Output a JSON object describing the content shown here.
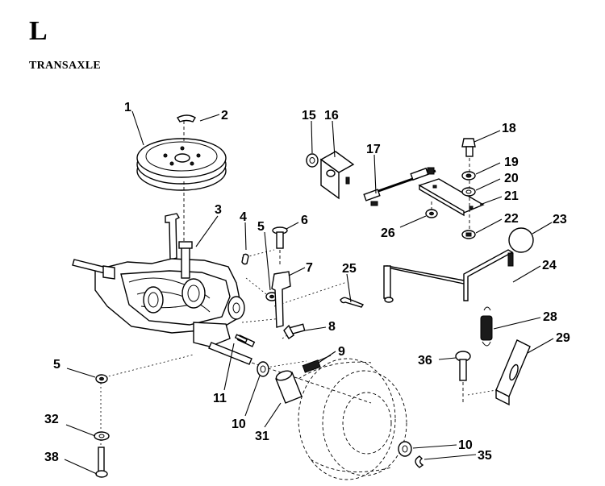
{
  "section": {
    "letter": "L",
    "title": "TRANSAXLE"
  },
  "callouts": [
    {
      "id": "c1",
      "label": "1"
    },
    {
      "id": "c2",
      "label": "2"
    },
    {
      "id": "c3",
      "label": "3"
    },
    {
      "id": "c4",
      "label": "4"
    },
    {
      "id": "c5a",
      "label": "5"
    },
    {
      "id": "c5b",
      "label": "5"
    },
    {
      "id": "c6",
      "label": "6"
    },
    {
      "id": "c7",
      "label": "7"
    },
    {
      "id": "c8",
      "label": "8"
    },
    {
      "id": "c9",
      "label": "9"
    },
    {
      "id": "c10a",
      "label": "10"
    },
    {
      "id": "c10b",
      "label": "10"
    },
    {
      "id": "c11",
      "label": "11"
    },
    {
      "id": "c15",
      "label": "15"
    },
    {
      "id": "c16",
      "label": "16"
    },
    {
      "id": "c17",
      "label": "17"
    },
    {
      "id": "c18",
      "label": "18"
    },
    {
      "id": "c19",
      "label": "19"
    },
    {
      "id": "c20",
      "label": "20"
    },
    {
      "id": "c21",
      "label": "21"
    },
    {
      "id": "c22",
      "label": "22"
    },
    {
      "id": "c23",
      "label": "23"
    },
    {
      "id": "c24",
      "label": "24"
    },
    {
      "id": "c25",
      "label": "25"
    },
    {
      "id": "c26",
      "label": "26"
    },
    {
      "id": "c28",
      "label": "28"
    },
    {
      "id": "c29",
      "label": "29"
    },
    {
      "id": "c31",
      "label": "31"
    },
    {
      "id": "c32",
      "label": "32"
    },
    {
      "id": "c35",
      "label": "35"
    },
    {
      "id": "c36",
      "label": "36"
    },
    {
      "id": "c38",
      "label": "38"
    }
  ]
}
